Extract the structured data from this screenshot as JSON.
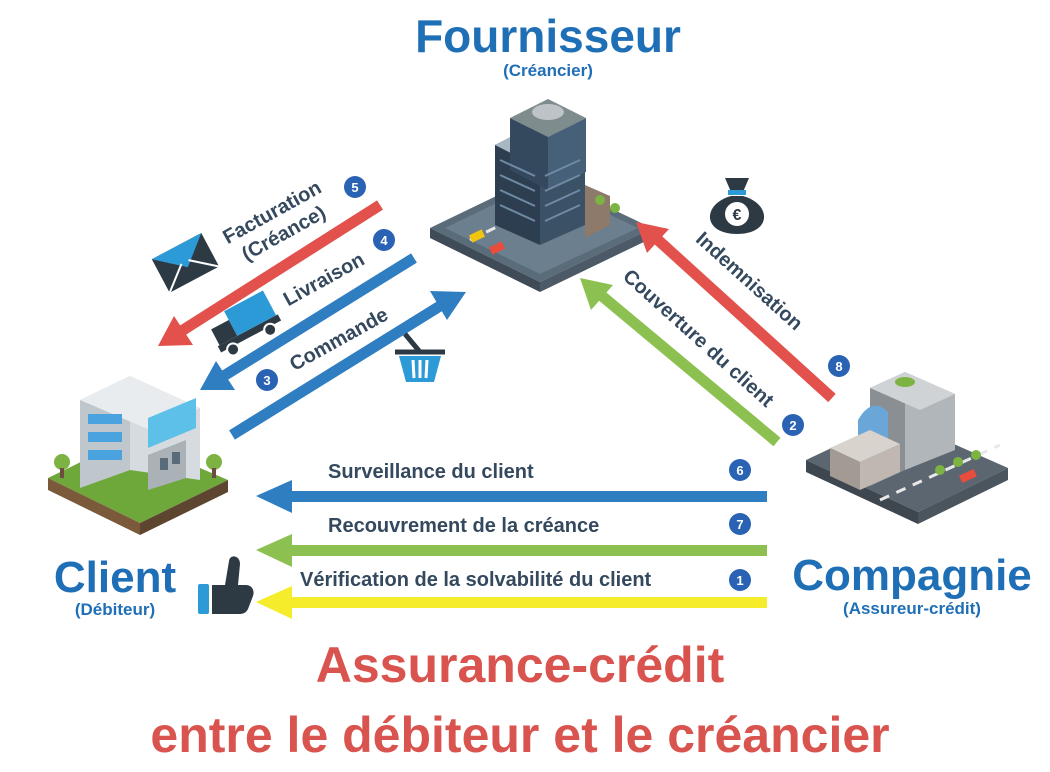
{
  "actors": {
    "supplier": {
      "name": "Fournisseur",
      "role": "(Créancier)"
    },
    "client": {
      "name": "Client",
      "role": "(Débiteur)"
    },
    "insurer": {
      "name": "Compagnie",
      "role": "(Assureur-crédit)"
    }
  },
  "flows": [
    {
      "step": "5",
      "label_line1": "Facturation",
      "label_line2": "(Créance)",
      "color": "#e2514c"
    },
    {
      "step": "4",
      "label": "Livraison",
      "color": "#2f7ec2"
    },
    {
      "step": "3",
      "label": "Commande",
      "color": "#2f7ec2"
    },
    {
      "step": "8",
      "label": "Indemnisation",
      "color": "#e2514c"
    },
    {
      "step": "2",
      "label": "Couverture du client",
      "color": "#8cc152"
    },
    {
      "step": "6",
      "label": "Surveillance du client",
      "color": "#2f7ec2"
    },
    {
      "step": "7",
      "label": "Recouvrement de la créance",
      "color": "#8cc152"
    },
    {
      "step": "1",
      "label": "Vérification de la solvabilité du client",
      "color": "#f5ec2b"
    }
  ],
  "footer": {
    "line1": "Assurance-crédit",
    "line2": "entre le débiteur et le créancier"
  },
  "icons": [
    "supplier-building-icon",
    "client-building-icon",
    "insurer-building-icon",
    "envelope-icon",
    "truck-icon",
    "basket-icon",
    "money-bag-icon",
    "thumbs-up-icon"
  ],
  "colors": {
    "title_blue": "#1f6fb6",
    "badge_blue": "#2a63b3",
    "footer_red": "#d9534f"
  }
}
